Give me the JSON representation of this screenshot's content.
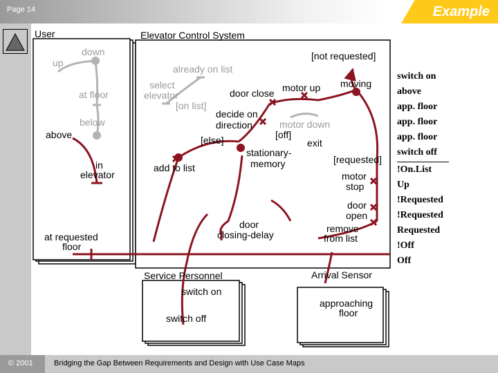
{
  "header": {
    "page_label": "Page 14",
    "title": "Example"
  },
  "diagram": {
    "title": "Elevator Control System",
    "components": {
      "user": "User",
      "service_personnel": "Service Personnel",
      "arrival_sensor": "Arrival Sensor"
    },
    "labels": {
      "up": "up",
      "down": "down",
      "at_floor": "at floor",
      "below": "below",
      "above": "above",
      "in_elevator": "in elevator",
      "at_requested_floor": "at requested floor",
      "already_on_list": "already on list",
      "select_elevator": "select elevator",
      "on_list": "[on list]",
      "door_close": "door close",
      "motor_up": "motor up",
      "moving": "moving",
      "not_requested": "[not requested]",
      "decide_on_direction": "decide on direction",
      "motor_down": "motor down",
      "off": "[off]",
      "exit": "exit",
      "else": "[else]",
      "stationary_memory": "stationary- memory",
      "add_to_list": "add to list",
      "requested": "[requested]",
      "motor_stop": "motor stop",
      "door_open": "door open",
      "remove_from_list": "remove from list",
      "door_closing_delay": "door closing-delay",
      "switch_on": "switch on",
      "switch_off": "switch off",
      "approaching_floor": "approaching floor"
    }
  },
  "legend": {
    "items": [
      "switch on",
      "above",
      "app. floor",
      "app. floor",
      "app. floor",
      "switch off",
      "!On.List",
      "Up",
      "!Requested",
      "!Requested",
      "Requested",
      "!Off",
      "Off"
    ]
  },
  "footer": {
    "copyright": "© 2001",
    "text": "Bridging the Gap Between Requirements and Design with Use Case Maps"
  },
  "colors": {
    "path": "#8b1420",
    "accent_tab": "#ffc91a",
    "stub": "#b3b3b3"
  }
}
